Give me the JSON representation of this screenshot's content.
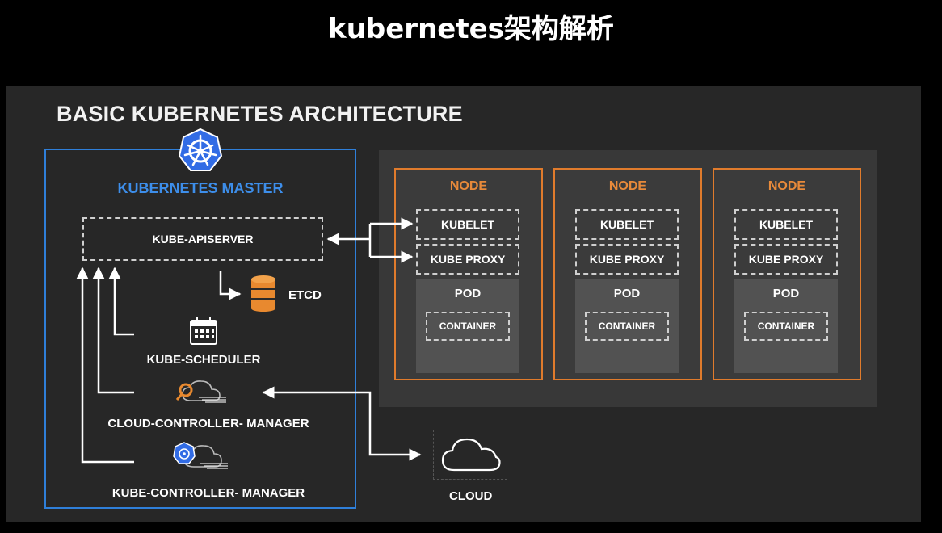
{
  "title": "kubernetes架构解析",
  "diagram": {
    "heading": "BASIC KUBERNETES ARCHITECTURE",
    "master": {
      "label": "KUBERNETES MASTER",
      "apiserver": "KUBE-APISERVER",
      "etcd": "ETCD",
      "scheduler": "KUBE-SCHEDULER",
      "cloud_controller": "CLOUD-CONTROLLER- MANAGER",
      "kube_controller": "KUBE-CONTROLLER- MANAGER"
    },
    "nodes": [
      {
        "title": "NODE",
        "kubelet": "KUBELET",
        "proxy": "KUBE PROXY",
        "pod": "POD",
        "container": "CONTAINER"
      },
      {
        "title": "NODE",
        "kubelet": "KUBELET",
        "proxy": "KUBE PROXY",
        "pod": "POD",
        "container": "CONTAINER"
      },
      {
        "title": "NODE",
        "kubelet": "KUBELET",
        "proxy": "KUBE PROXY",
        "pod": "POD",
        "container": "CONTAINER"
      }
    ],
    "cloud": "CLOUD",
    "colors": {
      "master_border": "#2f7fd9",
      "master_label": "#3d8eea",
      "node_border": "#e07b2c",
      "node_label": "#e88a3a",
      "etcd": "#e8892f",
      "background": "#272727"
    }
  }
}
